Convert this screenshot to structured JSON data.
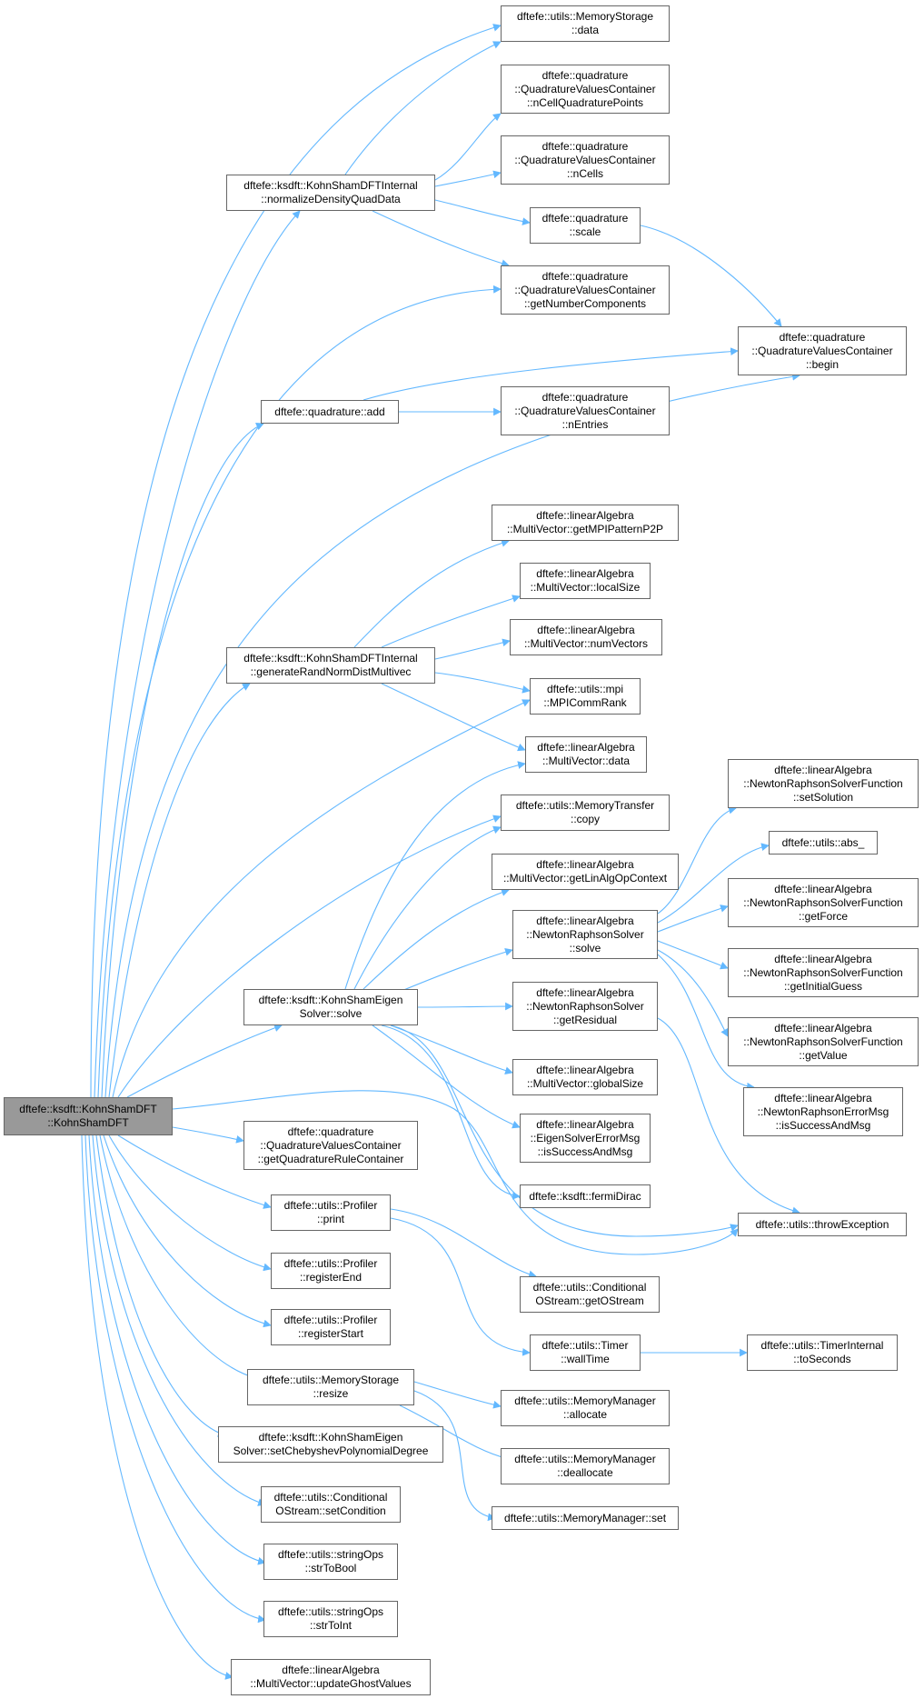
{
  "colors": {
    "edge": "#63b8ff",
    "node_border": "#666666",
    "root_fill": "#999999",
    "node_fill": "#ffffff"
  },
  "nodes": {
    "root": "dftefe::ksdft::KohnShamDFT\n::KohnShamDFT",
    "ms_data": "dftefe::utils::MemoryStorage\n::data",
    "qvc_ncellqp": "dftefe::quadrature\n::QuadratureValuesContainer\n::nCellQuadraturePoints",
    "qvc_ncells": "dftefe::quadrature\n::QuadratureValuesContainer\n::nCells",
    "normalize": "dftefe::ksdft::KohnShamDFTInternal\n::normalizeDensityQuadData",
    "q_scale": "dftefe::quadrature\n::scale",
    "qvc_getnumcomp": "dftefe::quadrature\n::QuadratureValuesContainer\n::getNumberComponents",
    "qvc_begin": "dftefe::quadrature\n::QuadratureValuesContainer\n::begin",
    "q_add": "dftefe::quadrature::add",
    "qvc_nentries": "dftefe::quadrature\n::QuadratureValuesContainer\n::nEntries",
    "mv_getmpi": "dftefe::linearAlgebra\n::MultiVector::getMPIPatternP2P",
    "mv_localsize": "dftefe::linearAlgebra\n::MultiVector::localSize",
    "mv_numvectors": "dftefe::linearAlgebra\n::MultiVector::numVectors",
    "genrand": "dftefe::ksdft::KohnShamDFTInternal\n::generateRandNormDistMultivec",
    "mpi_rank": "dftefe::utils::mpi\n::MPICommRank",
    "mv_data": "dftefe::linearAlgebra\n::MultiVector::data",
    "nrsf_setsolution": "dftefe::linearAlgebra\n::NewtonRaphsonSolverFunction\n::setSolution",
    "mt_copy": "dftefe::utils::MemoryTransfer\n::copy",
    "abs": "dftefe::utils::abs_",
    "mv_getlinalg": "dftefe::linearAlgebra\n::MultiVector::getLinAlgOpContext",
    "nrsf_getforce": "dftefe::linearAlgebra\n::NewtonRaphsonSolverFunction\n::getForce",
    "nrs_solve": "dftefe::linearAlgebra\n::NewtonRaphsonSolver\n::solve",
    "nrsf_getinitial": "dftefe::linearAlgebra\n::NewtonRaphsonSolverFunction\n::getInitialGuess",
    "kse_solve": "dftefe::ksdft::KohnShamEigen\nSolver::solve",
    "nrs_getresidual": "dftefe::linearAlgebra\n::NewtonRaphsonSolver\n::getResidual",
    "nrsf_getvalue": "dftefe::linearAlgebra\n::NewtonRaphsonSolverFunction\n::getValue",
    "mv_globalsize": "dftefe::linearAlgebra\n::MultiVector::globalSize",
    "nrerr_success": "dftefe::linearAlgebra\n::NewtonRaphsonErrorMsg\n::isSuccessAndMsg",
    "eserr_success": "dftefe::linearAlgebra\n::EigenSolverErrorMsg\n::isSuccessAndMsg",
    "qvc_getqrc": "dftefe::quadrature\n::QuadratureValuesContainer\n::getQuadratureRuleContainer",
    "fermidirac": "dftefe::ksdft::fermiDirac",
    "prof_print": "dftefe::utils::Profiler\n::print",
    "throwexc": "dftefe::utils::throwException",
    "prof_regend": "dftefe::utils::Profiler\n::registerEnd",
    "cos_getostream": "dftefe::utils::Conditional\nOStream::getOStream",
    "prof_regstart": "dftefe::utils::Profiler\n::registerStart",
    "timer_walltime": "dftefe::utils::Timer\n::wallTime",
    "timerint_toseconds": "dftefe::utils::TimerInternal\n::toSeconds",
    "ms_resize": "dftefe::utils::MemoryStorage\n::resize",
    "mm_allocate": "dftefe::utils::MemoryManager\n::allocate",
    "kse_setcheb": "dftefe::ksdft::KohnShamEigen\nSolver::setChebyshevPolynomialDegree",
    "mm_deallocate": "dftefe::utils::MemoryManager\n::deallocate",
    "mm_set": "dftefe::utils::MemoryManager::set",
    "cos_setcond": "dftefe::utils::Conditional\nOStream::setCondition",
    "str_tobool": "dftefe::utils::stringOps\n::strToBool",
    "str_toint": "dftefe::utils::stringOps\n::strToInt",
    "mv_updateghost": "dftefe::linearAlgebra\n::MultiVector::updateGhostValues"
  }
}
